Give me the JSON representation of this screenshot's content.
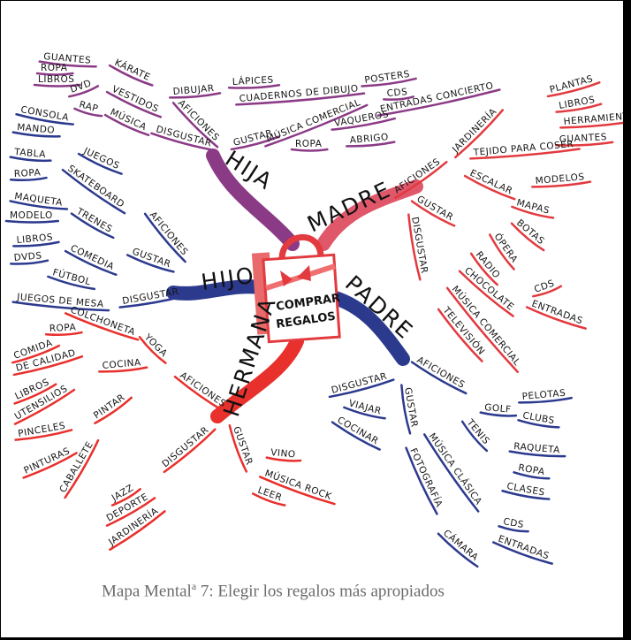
{
  "colors": {
    "hija": "#8b3a86",
    "madre": "#e23a3f",
    "hijo": "#2c3a8e",
    "padre": "#2c3a8e",
    "hermana": "#e8302c",
    "caption": "#6b6b6b"
  },
  "center": {
    "line1": "COMPRAR",
    "line2": "REGALOS"
  },
  "hija": {
    "title": "HIJA",
    "items": [
      "GUANTES",
      "ROPA",
      "LIBROS",
      "DVD",
      "KÁRATE",
      "DIBUJAR",
      "LÁPICES",
      "CUADERNOS DE DIBUJO",
      "VESTIDOS",
      "RAP",
      "MÚSICA",
      "DISGUSTAR",
      "AFICIONES",
      "GUSTAR",
      "MÚSICA COMERCIAL",
      "POSTERS",
      "CDS",
      "ENTRADAS CONCIERTO",
      "ROPA",
      "VAQUEROS",
      "ABRIGO"
    ]
  },
  "hijo": {
    "title": "HIJO",
    "items": [
      "CONSOLA",
      "MANDO",
      "JUEGOS",
      "TABLA",
      "ROPA",
      "SKATEBOARD",
      "MAQUETA",
      "TRENES",
      "MODELO",
      "AFICIONES",
      "LIBROS",
      "DVDS",
      "COMEDIA",
      "GUSTAR",
      "FÚTBOL",
      "JUEGOS DE MESA",
      "DISGUSTAR"
    ]
  },
  "madre": {
    "title": "MADRE",
    "items": [
      "PLANTAS",
      "LIBROS",
      "HERRAMIENT",
      "GUANTES",
      "JARDINERÍA",
      "AFICIONES",
      "TEJIDO PARA COSER",
      "ESCALAR",
      "MODELOS",
      "MAPAS",
      "GUSTAR",
      "BOTAS",
      "ÓPERA",
      "DISGUSTAR",
      "RADIO",
      "CHOCOLATE",
      "MÚSICA COMERCIAL",
      "TELEVISIÓN",
      "CDS",
      "ENTRADAS"
    ]
  },
  "hermana": {
    "title": "HERMANA",
    "items": [
      "COLCHONETA",
      "YOGA",
      "ROPA",
      "COMIDA",
      "DE CALIDAD",
      "COCINA",
      "AFICIONES",
      "LIBROS",
      "UTENSILIOS",
      "PINTAR",
      "PINCELES",
      "PINTURAS",
      "CABALLETE",
      "DISGUSTAR",
      "JAZZ",
      "DEPORTE",
      "JARDINERÍA",
      "GUSTAR",
      "VINO",
      "MÚSICA ROCK",
      "LEER"
    ]
  },
  "padre": {
    "title": "PADRE",
    "items": [
      "DISGUSTAR",
      "VIAJAR",
      "COCINAR",
      "AFICIONES",
      "GOLF",
      "PELOTAS",
      "CLUBS",
      "GUSTAR",
      "TENIS",
      "MÚSICA CLÁSICA",
      "FOTOGRAFÍA",
      "RAQUETA",
      "ROPA",
      "CLASES",
      "CDS",
      "ENTRADAS",
      "CÁMARA"
    ]
  },
  "caption": {
    "text": "Mapa Mental",
    "sup": "a",
    "rest": " 7: Elegir los regalos más apropiados"
  }
}
